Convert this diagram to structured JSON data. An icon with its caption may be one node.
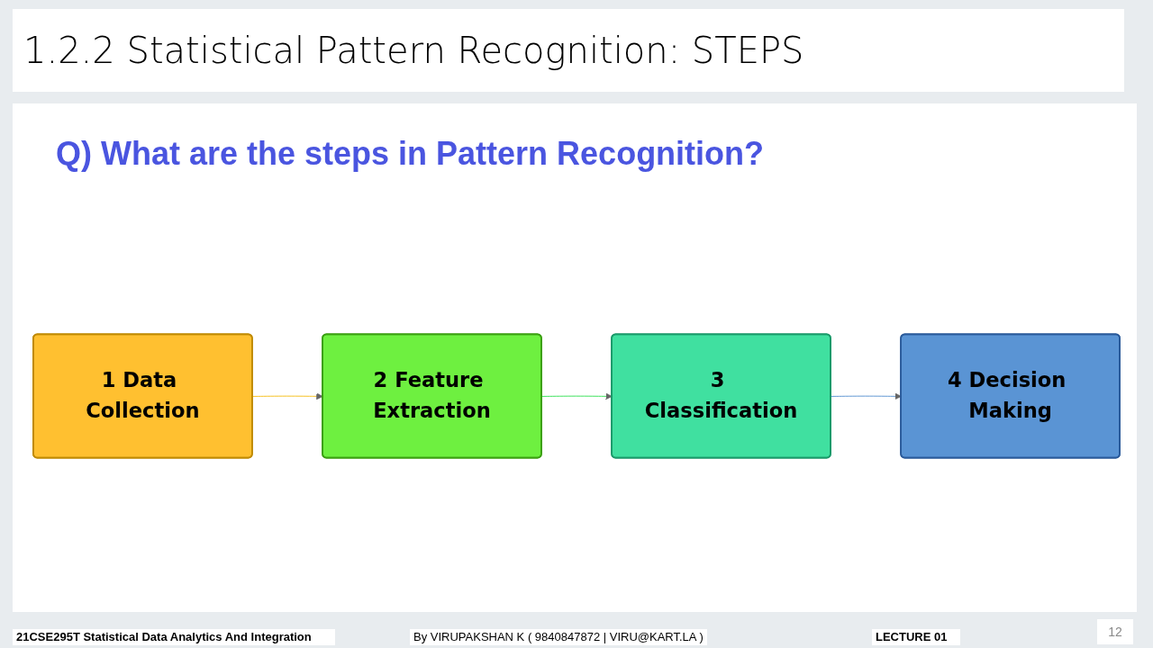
{
  "diagram": {
    "title": "1.2.2 Statistical Pattern Recognition: STEPS",
    "nodes": [
      {
        "text": [
          "1 Data Collection"
        ]
      },
      {
        "text": [
          "2 Feature Extraction"
        ]
      },
      {
        "text": [
          "3 Classification"
        ]
      },
      {
        "text": [
          "4 Decision Making"
        ]
      }
    ],
    "edges": [
      {
        "from": 0,
        "to": 1,
        "arrow": "to",
        "color": "#f5b800"
      },
      {
        "from": 1,
        "to": 2,
        "arrow": "to",
        "color": "#22dd44"
      },
      {
        "from": 2,
        "to": 3,
        "arrow": "to",
        "color": "#4a88cc"
      }
    ],
    "labels": [
      "Q) What are the steps in Pattern Recognition?",
      "21CSE295T Statistical Data Analytics And Integration",
      "By VIRUPAKSHAN K ( 9840847872 | VIRU@KART.LA )",
      "LECTURE 01",
      "12"
    ]
  }
}
